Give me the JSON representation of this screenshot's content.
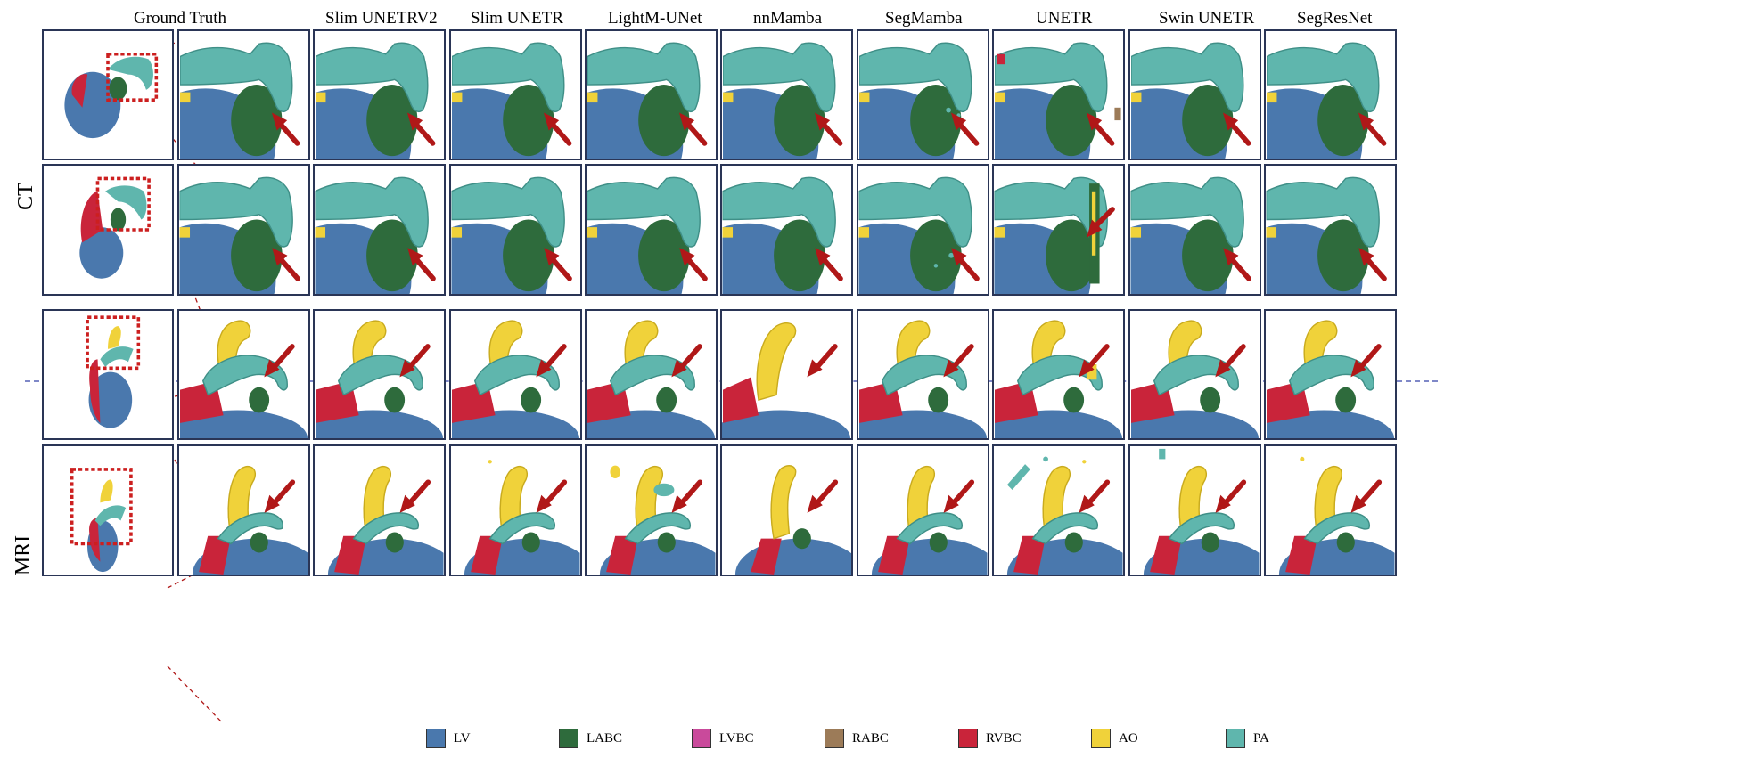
{
  "column_titles": [
    "Ground  Truth",
    "Slim UNETRV2",
    "Slim UNETR",
    "LightM-UNet",
    "nnMamba",
    "SegMamba",
    "UNETR",
    "Swin UNETR",
    "SegResNet"
  ],
  "row_labels": [
    "CT",
    "MRI"
  ],
  "legend": [
    {
      "label": "LV",
      "color": "#4a78ad"
    },
    {
      "label": "LABC",
      "color": "#2e6b3c"
    },
    {
      "label": "LVBC",
      "color": "#c94a9b"
    },
    {
      "label": "RABC",
      "color": "#9c7b58"
    },
    {
      "label": "RVBC",
      "color": "#c9243a"
    },
    {
      "label": "AO",
      "color": "#f0d23a"
    },
    {
      "label": "PA",
      "color": "#5fb6ad"
    }
  ],
  "colors": {
    "panel_border": "#2a3556",
    "arrow": "#b01818",
    "divider": "#7f88c8",
    "zoom_box": "#cc1f1f"
  }
}
